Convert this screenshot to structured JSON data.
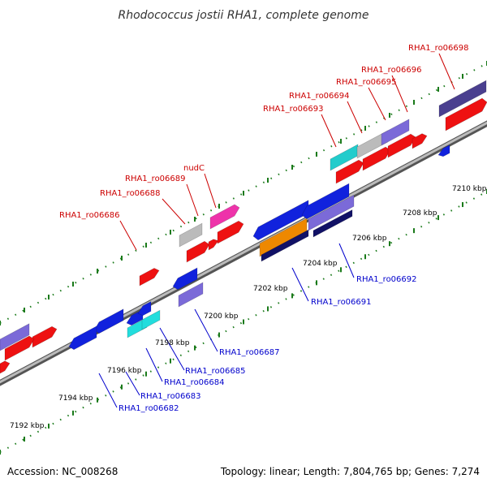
{
  "title": "Rhodococcus jostii RHA1, complete genome",
  "footer": {
    "accession": "Accession: NC_008268",
    "stats": "Topology: linear; Length: 7,804,765 bp; Genes: 7,274"
  },
  "colors": {
    "background": "#ffffff",
    "backbone": "#999999",
    "forward_label": "#cc0000",
    "reverse_label": "#0000cc",
    "tick": "#1a7a1a"
  },
  "ruler_labels": [
    "7192 kbp",
    "7194 kbp",
    "7196 kbp",
    "7198 kbp",
    "7200 kbp",
    "7202 kbp",
    "7204 kbp",
    "7206 kbp",
    "7208 kbp",
    "7210 kbp"
  ],
  "forward_gene_labels": [
    "RHA1_ro06686",
    "RHA1_ro06688",
    "RHA1_ro06689",
    "nudC",
    "RHA1_ro06693",
    "RHA1_ro06694",
    "RHA1_ro06695",
    "RHA1_ro06696",
    "RHA1_ro06698"
  ],
  "reverse_gene_labels": [
    "RHA1_ro06682",
    "RHA1_ro06683",
    "RHA1_ro06684",
    "RHA1_ro06685",
    "RHA1_ro06687",
    "RHA1_ro06691",
    "RHA1_ro06692"
  ]
}
